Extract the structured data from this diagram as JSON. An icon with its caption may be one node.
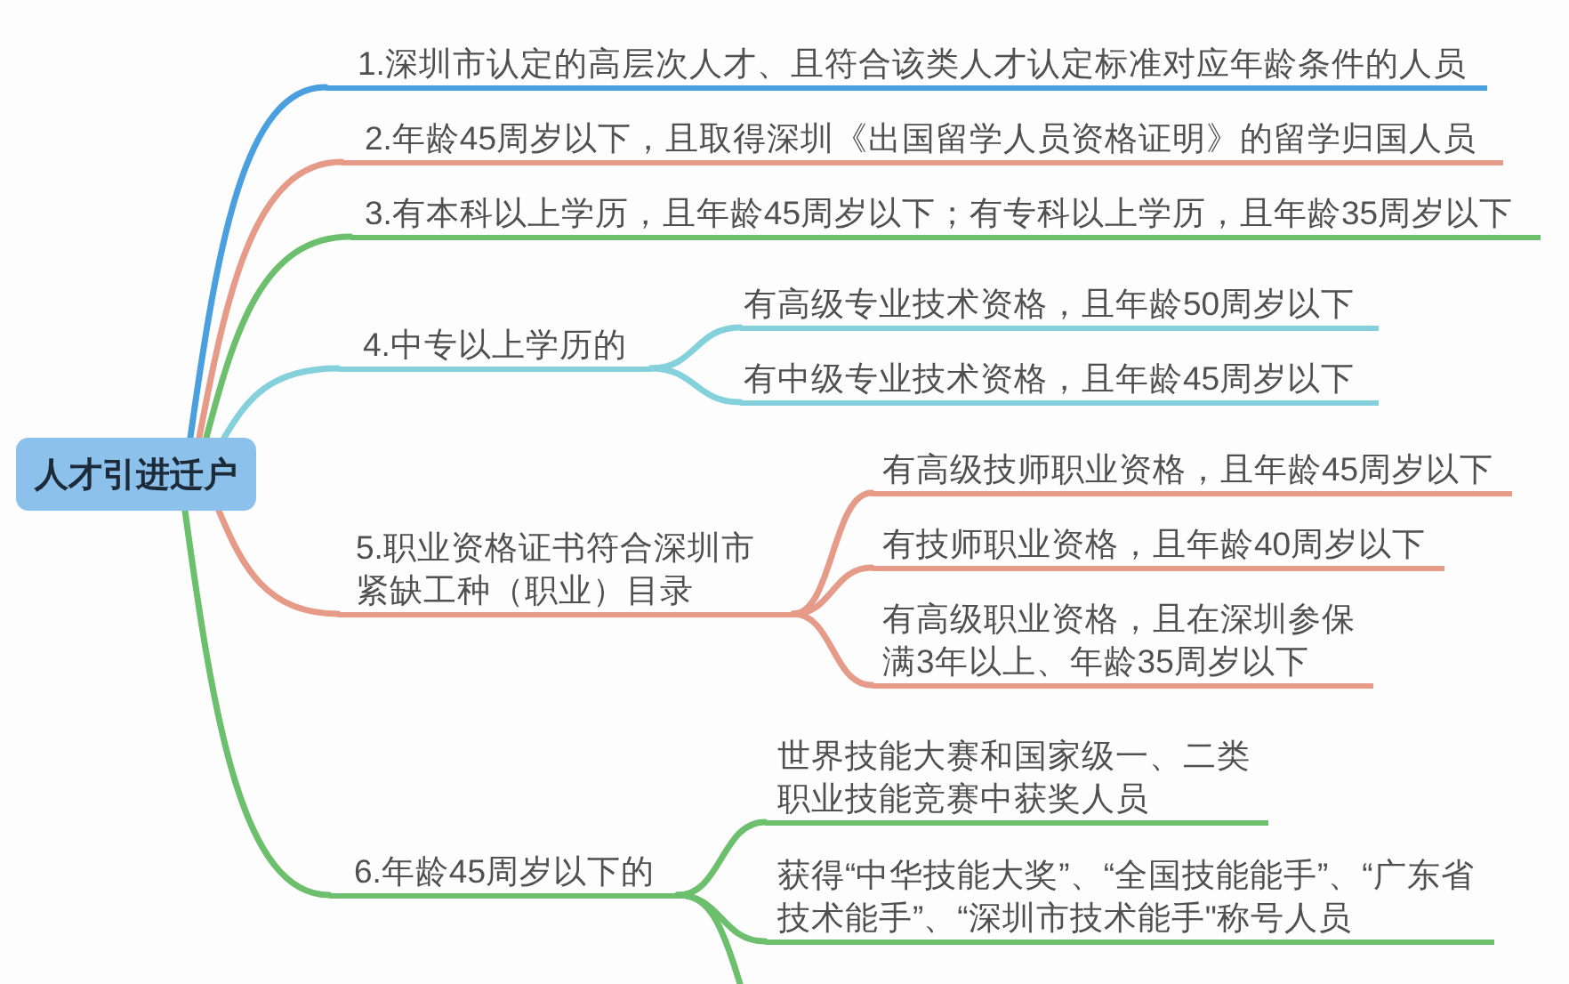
{
  "diagram": {
    "nodes": [
      {
        "text": [
          "人才引进迁户"
        ]
      },
      {
        "text": [
          "1.深圳市认定的高层次人才、且符合该类人才认定标准对应年龄条件的人员"
        ]
      },
      {
        "text": [
          "2.年龄45周岁以下，且取得深圳《出国留学人员资格证明》的留学归国人员"
        ]
      },
      {
        "text": [
          "3.有本科以上学历，且年龄45周岁以下；有专科以上学历，且年龄35周岁以下"
        ]
      },
      {
        "text": [
          "4.中专以上学历的"
        ]
      },
      {
        "text": [
          "有高级专业技术资格，且年龄50周岁以下"
        ]
      },
      {
        "text": [
          "有中级专业技术资格，且年龄45周岁以下"
        ]
      },
      {
        "text": [
          "5.职业资格证书符合深圳市紧缺工种（职业）目录"
        ]
      },
      {
        "text": [
          "有高级技师职业资格，且年龄45周岁以下"
        ]
      },
      {
        "text": [
          "有技师职业资格，且年龄40周岁以下"
        ]
      },
      {
        "text": [
          "有高级职业资格，且在深圳参保满3年以上、年龄35周岁以下"
        ]
      },
      {
        "text": [
          "6.年龄45周岁以下的"
        ]
      },
      {
        "text": [
          "世界技能大赛和国家级一、二类职业技能竞赛中获奖人员"
        ]
      },
      {
        "text": [
          "获得“中华技能大奖”、“全国技能能手”、“广东省技术能手”、“深圳市技术能手\"称号人员"
        ]
      }
    ],
    "edges": [
      {
        "from": 0,
        "to": 1,
        "arrow": "none",
        "color": "#4a9fdf"
      },
      {
        "from": 0,
        "to": 2,
        "arrow": "none",
        "color": "#e69a88"
      },
      {
        "from": 0,
        "to": 3,
        "arrow": "none",
        "color": "#6cbf6c"
      },
      {
        "from": 0,
        "to": 4,
        "arrow": "none",
        "color": "#84d1dc"
      },
      {
        "from": 4,
        "to": 5,
        "arrow": "none",
        "color": "#84d1dc"
      },
      {
        "from": 4,
        "to": 6,
        "arrow": "none",
        "color": "#84d1dc"
      },
      {
        "from": 0,
        "to": 7,
        "arrow": "none",
        "color": "#e69a88"
      },
      {
        "from": 7,
        "to": 8,
        "arrow": "none",
        "color": "#e69a88"
      },
      {
        "from": 7,
        "to": 9,
        "arrow": "none",
        "color": "#e69a88"
      },
      {
        "from": 7,
        "to": 10,
        "arrow": "none",
        "color": "#e69a88"
      },
      {
        "from": 0,
        "to": 11,
        "arrow": "none",
        "color": "#6cbf6c"
      },
      {
        "from": 11,
        "to": 12,
        "arrow": "none",
        "color": "#6cbf6c"
      },
      {
        "from": 11,
        "to": 13,
        "arrow": "none",
        "color": "#6cbf6c"
      },
      {
        "from": 11,
        "to": null,
        "arrow": "none",
        "color": "#6cbf6c"
      }
    ]
  }
}
